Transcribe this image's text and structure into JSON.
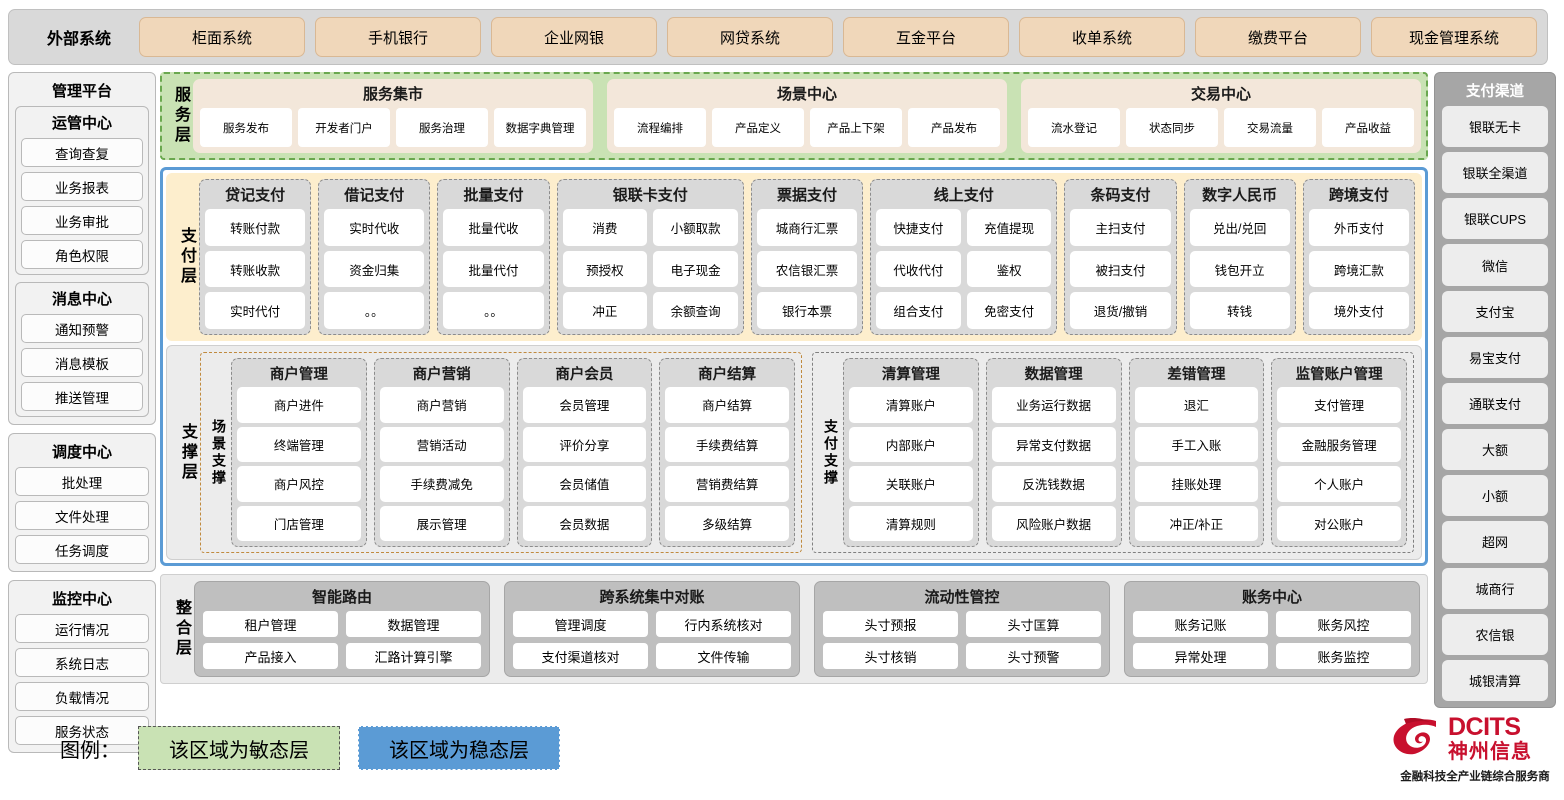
{
  "external": {
    "title": "外部系统",
    "items": [
      "柜面系统",
      "手机银行",
      "企业网银",
      "网贷系统",
      "互金平台",
      "收单系统",
      "缴费平台",
      "现金管理系统"
    ]
  },
  "admin": {
    "title": "管理平台",
    "groups": [
      {
        "title": "运管中心",
        "items": [
          "查询查复",
          "业务报表",
          "业务审批",
          "角色权限"
        ]
      },
      {
        "title": "消息中心",
        "items": [
          "通知预警",
          "消息模板",
          "推送管理"
        ]
      }
    ],
    "standalone": [
      {
        "title": "调度中心",
        "items": [
          "批处理",
          "文件处理",
          "任务调度"
        ]
      },
      {
        "title": "监控中心",
        "items": [
          "运行情况",
          "系统日志",
          "负载情况",
          "服务状态"
        ]
      }
    ]
  },
  "service_layer": {
    "label": "服务层",
    "groups": [
      {
        "title": "服务集市",
        "items": [
          "服务发布",
          "开发者门户",
          "服务治理",
          "数据字典管理"
        ]
      },
      {
        "title": "场景中心",
        "items": [
          "流程编排",
          "产品定义",
          "产品上下架",
          "产品发布"
        ]
      },
      {
        "title": "交易中心",
        "items": [
          "流水登记",
          "状态同步",
          "交易流量",
          "产品收益"
        ]
      }
    ]
  },
  "payment_layer": {
    "label": "支付层",
    "groups": [
      {
        "title": "贷记支付",
        "cols": 1,
        "rows": [
          [
            "转账付款"
          ],
          [
            "转账收款"
          ],
          [
            "实时代付"
          ]
        ]
      },
      {
        "title": "借记支付",
        "cols": 1,
        "rows": [
          [
            "实时代收"
          ],
          [
            "资金归集"
          ],
          [
            "。。"
          ]
        ]
      },
      {
        "title": "批量支付",
        "cols": 1,
        "rows": [
          [
            "批量代收"
          ],
          [
            "批量代付"
          ],
          [
            "。。"
          ]
        ]
      },
      {
        "title": "银联卡支付",
        "cols": 2,
        "rows": [
          [
            "消费",
            "小额取款"
          ],
          [
            "预授权",
            "电子现金"
          ],
          [
            "冲正",
            "余额查询"
          ]
        ]
      },
      {
        "title": "票据支付",
        "cols": 1,
        "rows": [
          [
            "城商行汇票"
          ],
          [
            "农信银汇票"
          ],
          [
            "银行本票"
          ]
        ]
      },
      {
        "title": "线上支付",
        "cols": 2,
        "rows": [
          [
            "快捷支付",
            "充值提现"
          ],
          [
            "代收代付",
            "鉴权"
          ],
          [
            "组合支付",
            "免密支付"
          ]
        ]
      },
      {
        "title": "条码支付",
        "cols": 1,
        "rows": [
          [
            "主扫支付"
          ],
          [
            "被扫支付"
          ],
          [
            "退货/撤销"
          ]
        ]
      },
      {
        "title": "数字人民币",
        "cols": 1,
        "rows": [
          [
            "兑出/兑回"
          ],
          [
            "钱包开立"
          ],
          [
            "转钱"
          ]
        ]
      },
      {
        "title": "跨境支付",
        "cols": 1,
        "rows": [
          [
            "外币支付"
          ],
          [
            "跨境汇款"
          ],
          [
            "境外支付"
          ]
        ]
      }
    ]
  },
  "support_layer": {
    "label": "支撑层",
    "areas": [
      {
        "label": "场景支撑",
        "style": "orange",
        "groups": [
          {
            "title": "商户管理",
            "items": [
              "商户进件",
              "终端管理",
              "商户风控",
              "门店管理"
            ]
          },
          {
            "title": "商户营销",
            "items": [
              "商户营销",
              "营销活动",
              "手续费减免",
              "展示管理"
            ]
          },
          {
            "title": "商户会员",
            "items": [
              "会员管理",
              "评价分享",
              "会员储值",
              "会员数据"
            ]
          },
          {
            "title": "商户结算",
            "items": [
              "商户结算",
              "手续费结算",
              "营销费结算",
              "多级结算"
            ]
          }
        ]
      },
      {
        "label": "支付支撑",
        "style": "gray",
        "groups": [
          {
            "title": "清算管理",
            "items": [
              "清算账户",
              "内部账户",
              "关联账户",
              "清算规则"
            ]
          },
          {
            "title": "数据管理",
            "items": [
              "业务运行数据",
              "异常支付数据",
              "反洗钱数据",
              "风险账户数据"
            ]
          },
          {
            "title": "差错管理",
            "items": [
              "退汇",
              "手工入账",
              "挂账处理",
              "冲正/补正"
            ]
          },
          {
            "title": "监管账户管理",
            "items": [
              "支付管理",
              "金融服务管理",
              "个人账户",
              "对公账户"
            ]
          }
        ]
      }
    ]
  },
  "integration_layer": {
    "label": "整合层",
    "groups": [
      {
        "title": "智能路由",
        "rows": [
          [
            "租户管理",
            "数据管理"
          ],
          [
            "产品接入",
            "汇路计算引擎"
          ]
        ]
      },
      {
        "title": "跨系统集中对账",
        "rows": [
          [
            "管理调度",
            "行内系统核对"
          ],
          [
            "支付渠道核对",
            "文件传输"
          ]
        ]
      },
      {
        "title": "流动性管控",
        "rows": [
          [
            "头寸预报",
            "头寸匡算"
          ],
          [
            "头寸核销",
            "头寸预警"
          ]
        ]
      },
      {
        "title": "账务中心",
        "rows": [
          [
            "账务记账",
            "账务风控"
          ],
          [
            "异常处理",
            "账务监控"
          ]
        ]
      }
    ]
  },
  "channels": {
    "title": "支付渠道",
    "items": [
      "银联无卡",
      "银联全渠道",
      "银联CUPS",
      "微信",
      "支付宝",
      "易宝支付",
      "通联支付",
      "大额",
      "小额",
      "超网",
      "城商行",
      "农信银",
      "城银清算"
    ]
  },
  "legend": {
    "label": "图例：",
    "agile": "该区域为敏态层",
    "stable": "该区域为稳态层"
  },
  "logo": {
    "en": "DCITS",
    "cn": "神州信息",
    "tagline": "金融科技全产业链综合服务商"
  },
  "colors": {
    "agile_green": "#c9e2b4",
    "stable_blue": "#5b9bd5",
    "payment_cream": "#fdeecd",
    "external_peach": "#f0d7ba",
    "brand_red": "#c8102e"
  }
}
